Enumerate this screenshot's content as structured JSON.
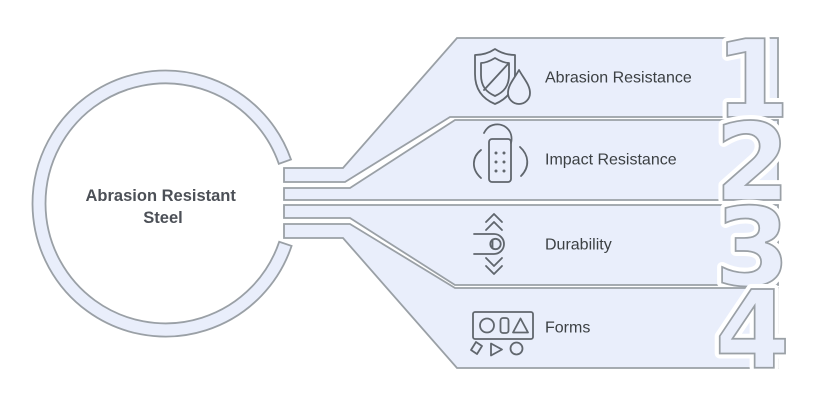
{
  "figure": {
    "title": "Abrasion Resistant Steel infographic",
    "hub": {
      "label_line1": "Abrasion Resistant",
      "label_line2": "Steel"
    },
    "items": [
      {
        "number": "1",
        "label": "Abrasion Resistance",
        "icon": "shield-droplet-icon"
      },
      {
        "number": "2",
        "label": "Impact Resistance",
        "icon": "impact-plate-flames-icon"
      },
      {
        "number": "3",
        "label": "Durability",
        "icon": "durability-press-arrows-icon"
      },
      {
        "number": "4",
        "label": "Forms",
        "icon": "forms-shapes-icon"
      }
    ],
    "colors": {
      "panel_fill": "#e9eefb",
      "panel_stroke": "#9aa0a6",
      "icon_stroke": "#60666d",
      "label_color": "#3c4043",
      "hub_text_color": "#4c5057",
      "halo": "#ffffff",
      "background": "#ffffff"
    }
  }
}
